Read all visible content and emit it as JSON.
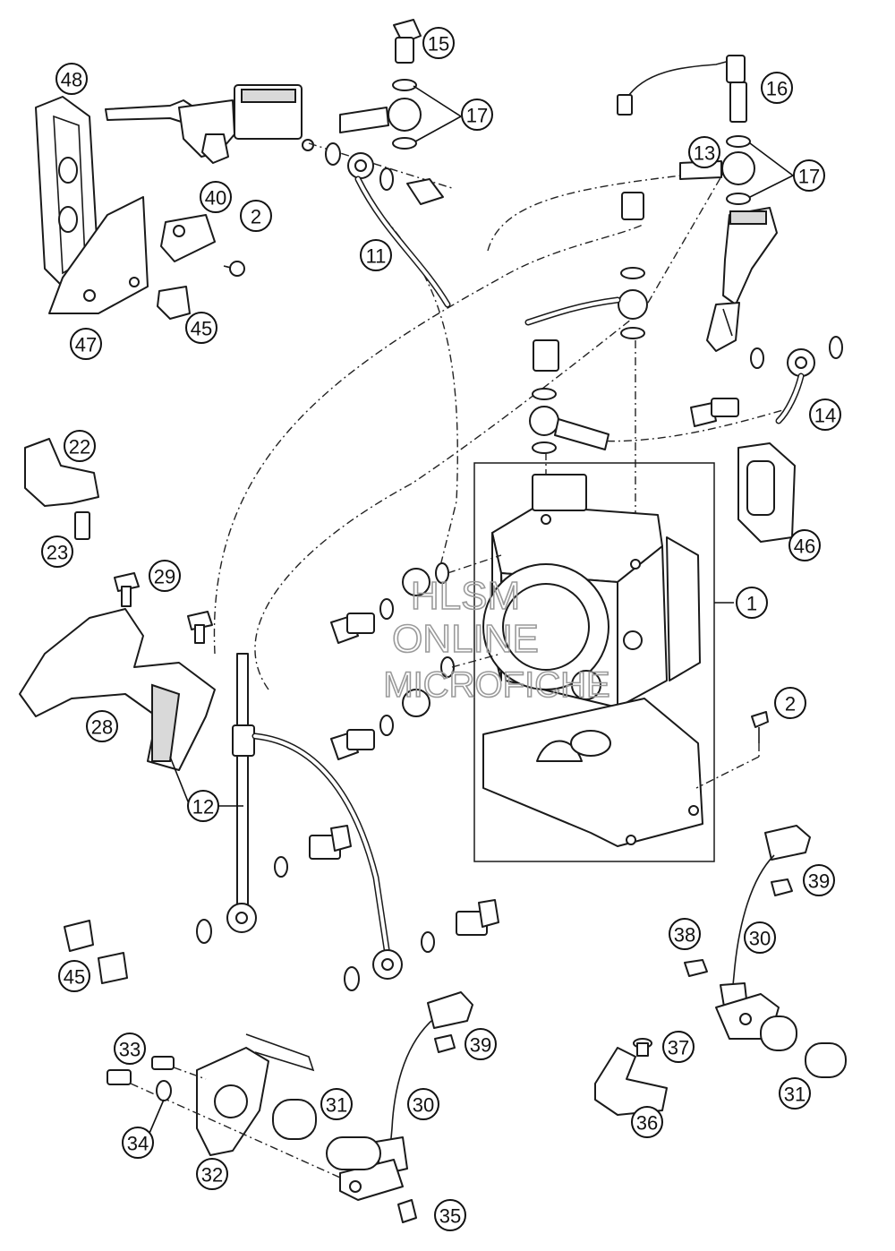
{
  "watermark": {
    "line1": "HLSM",
    "line2": "ONLINE",
    "line3": "MICROFICHE"
  },
  "callouts": [
    {
      "id": "c48",
      "label": "48"
    },
    {
      "id": "c15",
      "label": "15"
    },
    {
      "id": "c17a",
      "label": "17"
    },
    {
      "id": "c16",
      "label": "16"
    },
    {
      "id": "c13",
      "label": "13"
    },
    {
      "id": "c17b",
      "label": "17"
    },
    {
      "id": "c40",
      "label": "40"
    },
    {
      "id": "c2a",
      "label": "2"
    },
    {
      "id": "c11",
      "label": "11"
    },
    {
      "id": "c45a",
      "label": "45"
    },
    {
      "id": "c47",
      "label": "47"
    },
    {
      "id": "c14",
      "label": "14"
    },
    {
      "id": "c22",
      "label": "22"
    },
    {
      "id": "c23",
      "label": "23"
    },
    {
      "id": "c46",
      "label": "46"
    },
    {
      "id": "c29",
      "label": "29"
    },
    {
      "id": "c1",
      "label": "1"
    },
    {
      "id": "c28",
      "label": "28"
    },
    {
      "id": "c2b",
      "label": "2"
    },
    {
      "id": "c12",
      "label": "12"
    },
    {
      "id": "c39a",
      "label": "39"
    },
    {
      "id": "c38",
      "label": "38"
    },
    {
      "id": "c30a",
      "label": "30"
    },
    {
      "id": "c45b",
      "label": "45"
    },
    {
      "id": "c33",
      "label": "33"
    },
    {
      "id": "c39b",
      "label": "39"
    },
    {
      "id": "c37",
      "label": "37"
    },
    {
      "id": "c31a",
      "label": "31"
    },
    {
      "id": "c31b",
      "label": "31"
    },
    {
      "id": "c34",
      "label": "34"
    },
    {
      "id": "c30b",
      "label": "30"
    },
    {
      "id": "c36",
      "label": "36"
    },
    {
      "id": "c32",
      "label": "32"
    },
    {
      "id": "c35",
      "label": "35"
    }
  ]
}
